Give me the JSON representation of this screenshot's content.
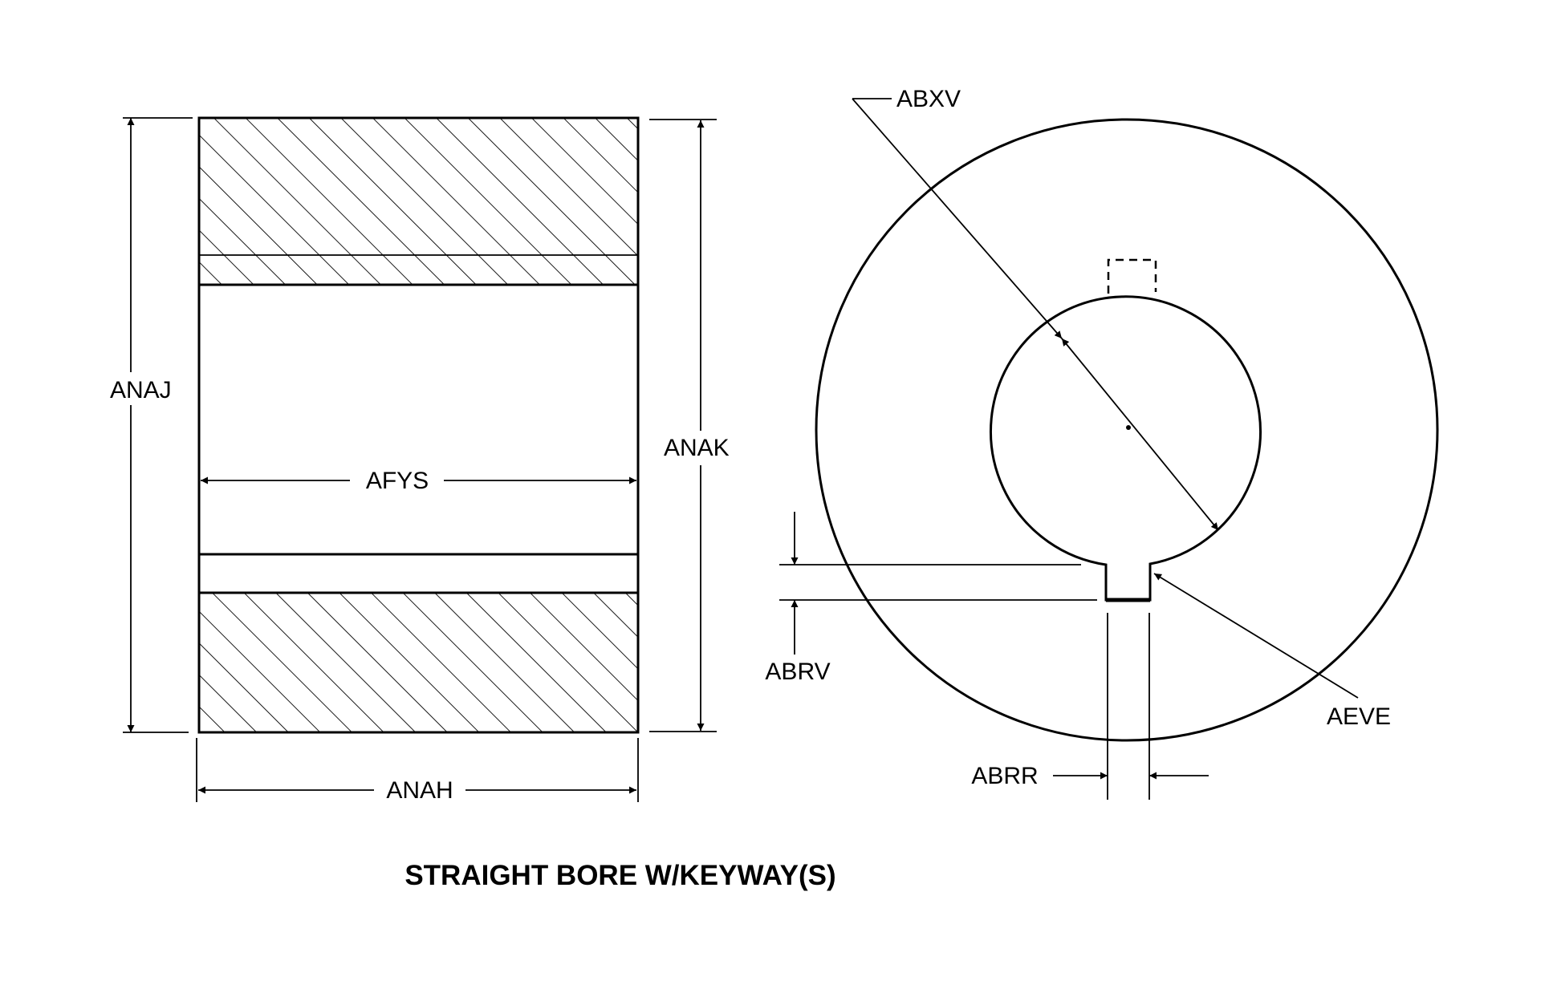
{
  "title": "STRAIGHT BORE W/KEYWAY(S)",
  "labels": {
    "anaj": "ANAJ",
    "anak": "ANAK",
    "afys": "AFYS",
    "anah": "ANAH",
    "abxv": "ABXV",
    "abrv": "ABRV",
    "abrr": "ABRR",
    "aeve": "AEVE"
  }
}
